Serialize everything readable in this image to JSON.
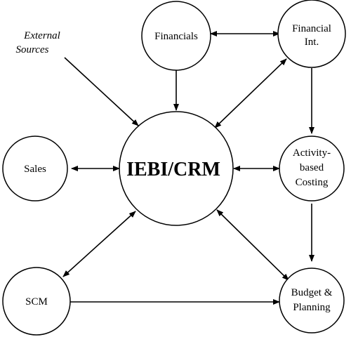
{
  "diagram": {
    "center": {
      "label": "IEBI/CRM"
    },
    "financials": {
      "label": "Financials"
    },
    "financial_int": {
      "line1": "Financial",
      "line2": "Int."
    },
    "sales": {
      "label": "Sales"
    },
    "activity": {
      "line1": "Activity-",
      "line2": "based",
      "line3": "Costing"
    },
    "scm": {
      "label": "SCM"
    },
    "budget": {
      "line1": "Budget &",
      "line2": "Planning"
    },
    "external": {
      "line1": "External",
      "line2": "Sources"
    }
  }
}
